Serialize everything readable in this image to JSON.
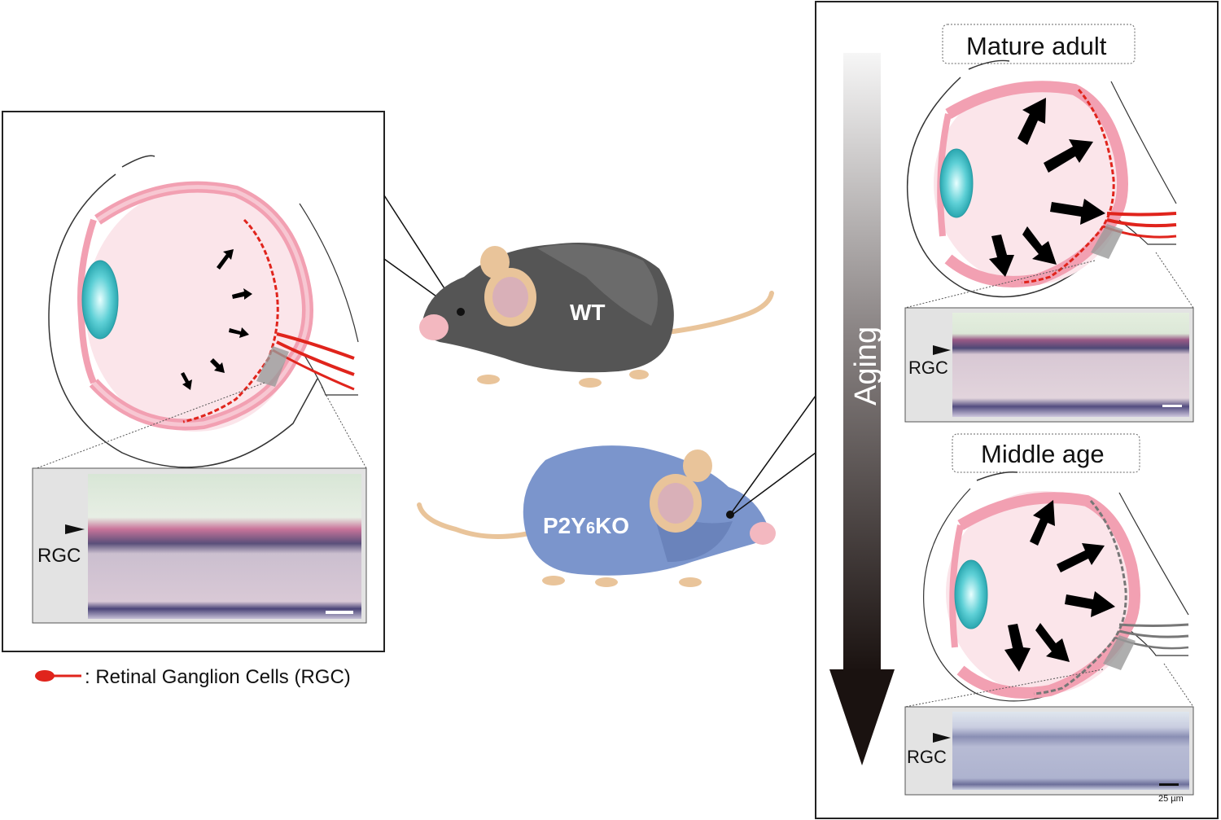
{
  "labels": {
    "wt": "WT",
    "ko_prefix": "P2Y",
    "ko_sub": "6",
    "ko_suffix": "KO",
    "rgc": "RGC",
    "legend": ": Retinal Ganglion Cells (RGC)",
    "aging": "Aging",
    "mature_adult": "Mature adult",
    "middle_age": "Middle age",
    "scale_bar": "25 µm"
  },
  "colors": {
    "wt_mouse": "#5a5a5a",
    "ko_mouse": "#7b95cc",
    "rgc": "#e0241c",
    "retina_pink": "#f4a6b6",
    "lens": "#3fc4cc",
    "arrow": "#000000",
    "aging_gradient_top": "#f4f4f4",
    "aging_gradient_bottom": "#1a1210"
  }
}
